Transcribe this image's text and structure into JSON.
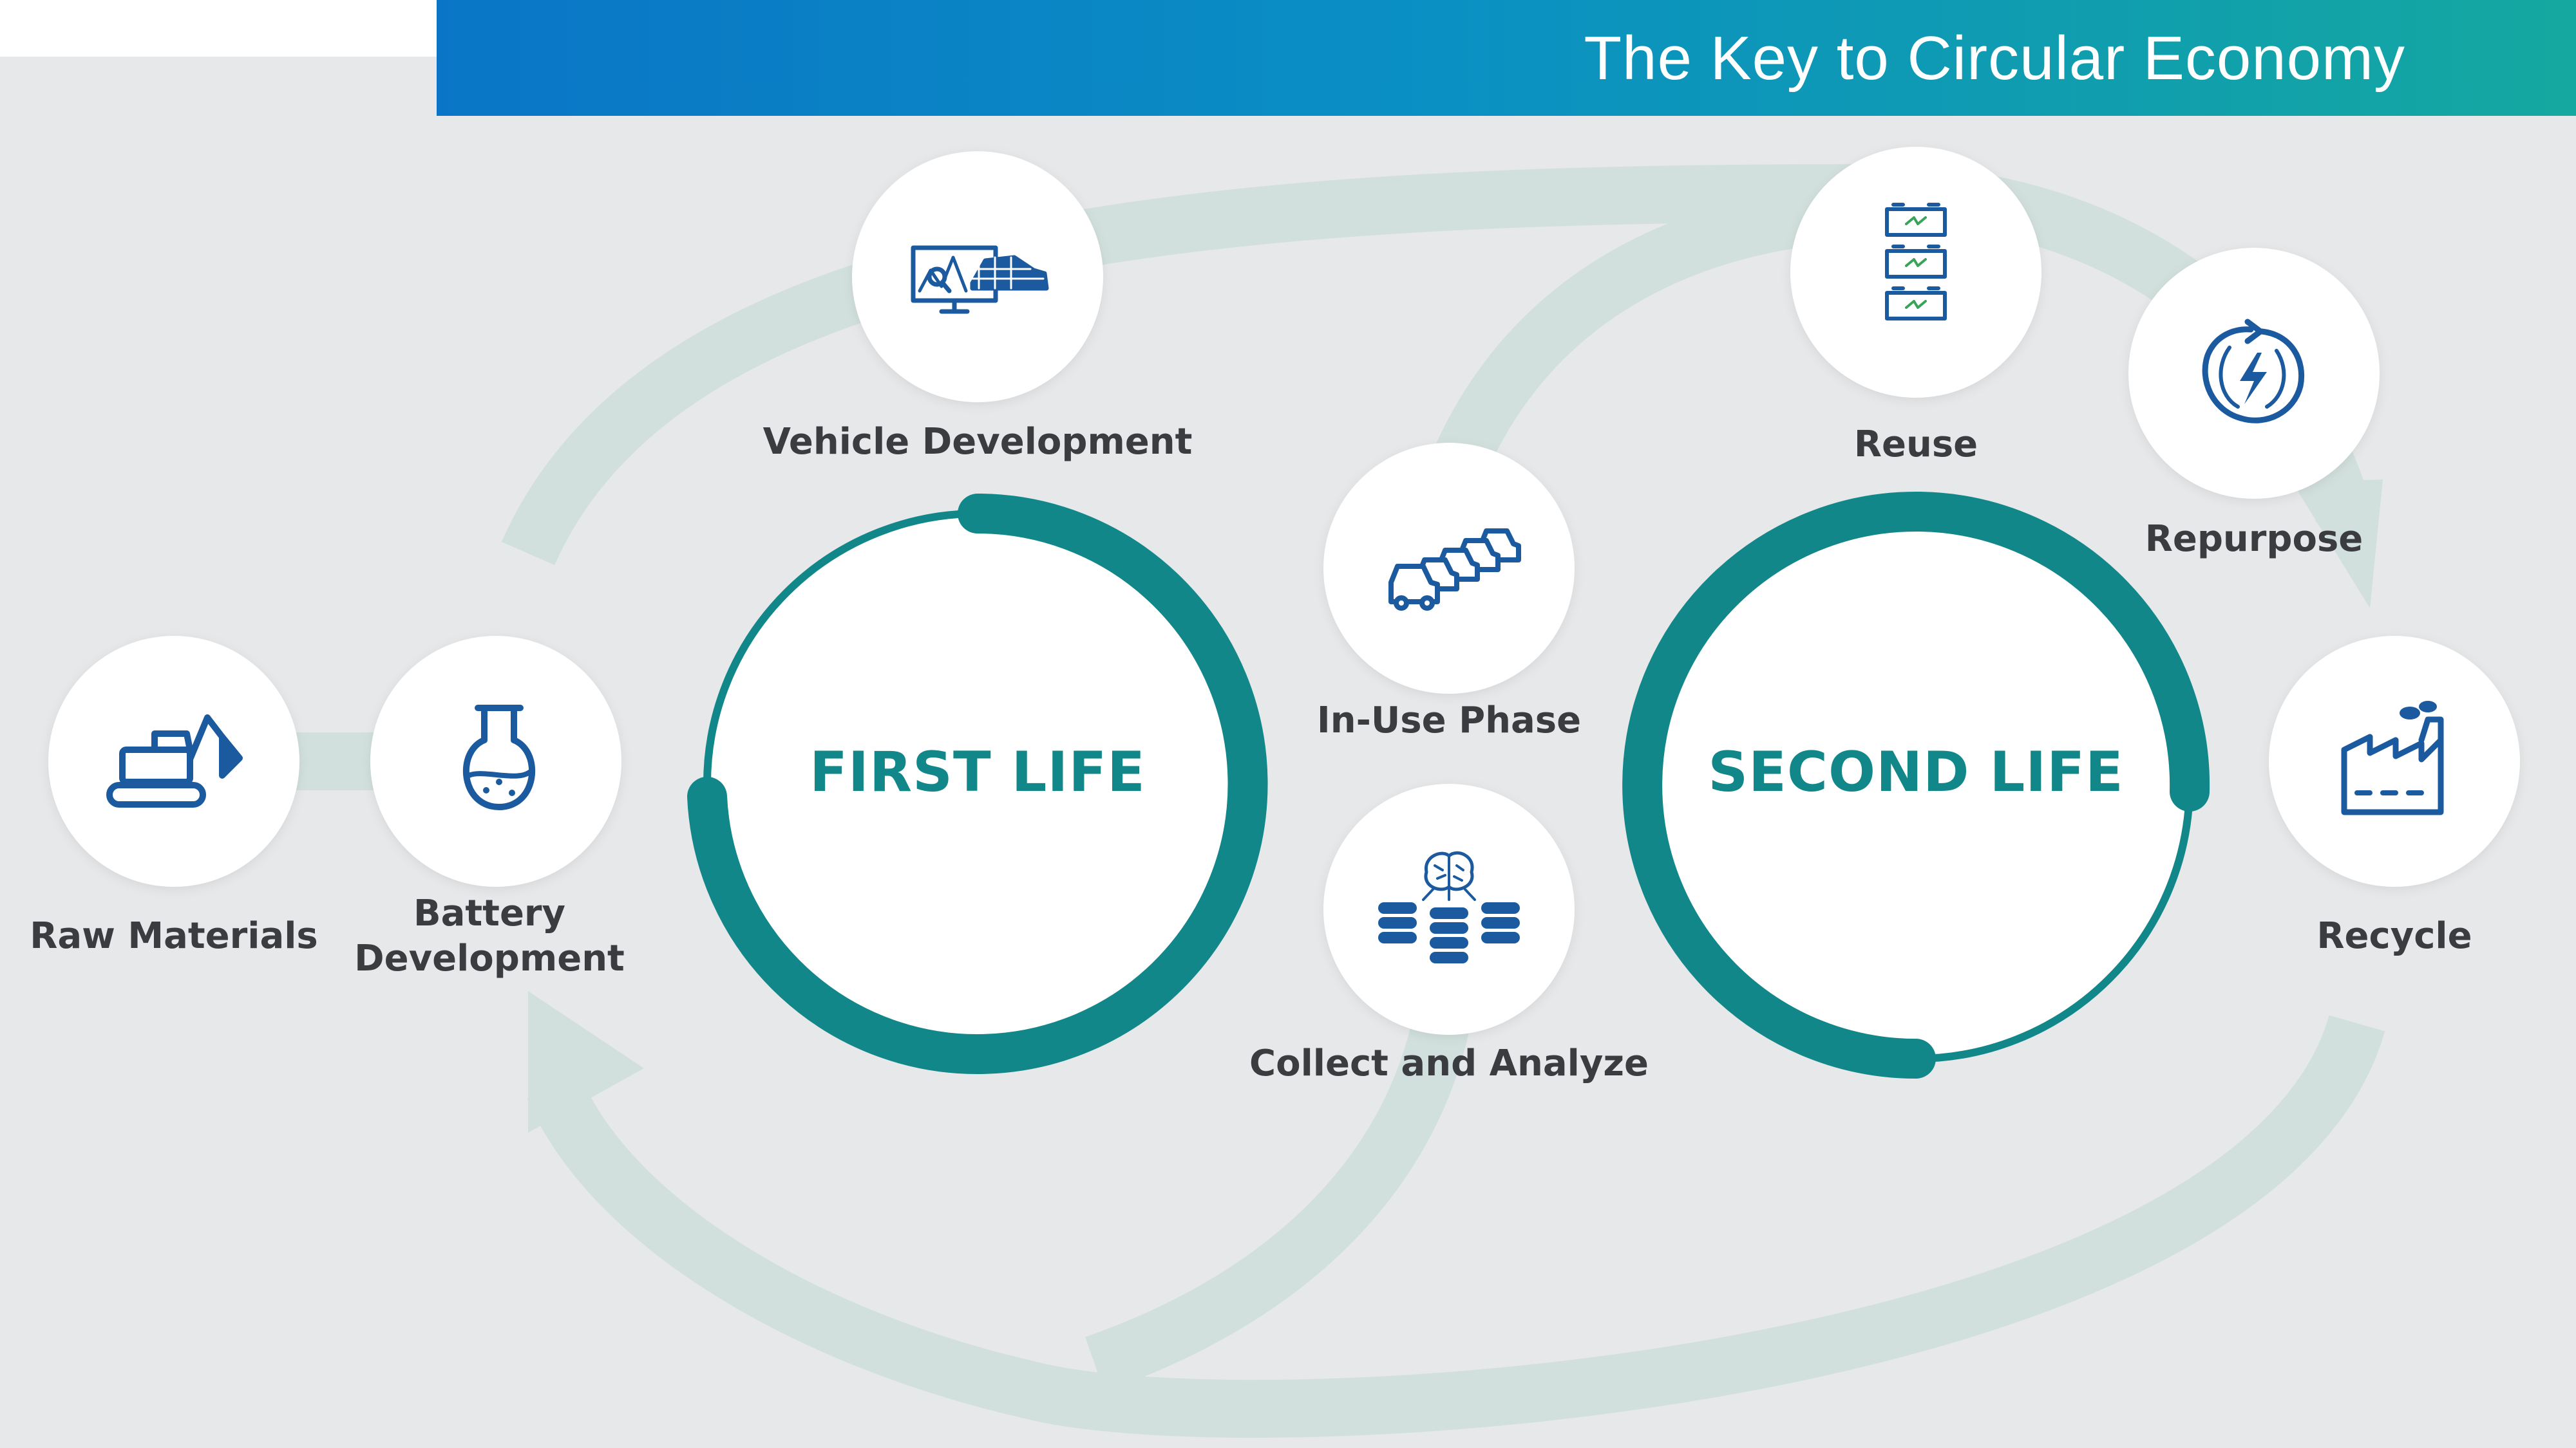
{
  "header": {
    "title": "The Key to Circular Economy"
  },
  "center": {
    "first_life": "FIRST LIFE",
    "second_life": "SECOND LIFE"
  },
  "nodes": {
    "raw_materials": {
      "label": "Raw Materials",
      "icon": "excavator-icon"
    },
    "battery_development": {
      "label_line1": "Battery",
      "label_line2": "Development",
      "icon": "flask-icon"
    },
    "vehicle_development": {
      "label": "Vehicle Development",
      "icon": "computer-car-design-icon"
    },
    "in_use_phase": {
      "label": "In-Use Phase",
      "icon": "cars-traffic-icon"
    },
    "collect_and_analyze": {
      "label": "Collect and Analyze",
      "icon": "brain-database-icon"
    },
    "reuse": {
      "label": "Reuse",
      "icon": "stacked-batteries-icon"
    },
    "repurpose": {
      "label": "Repurpose",
      "icon": "circular-energy-icon"
    },
    "recycle": {
      "label": "Recycle",
      "icon": "factory-icon"
    }
  },
  "colors": {
    "accent_teal": "#12878a",
    "icon_blue": "#1b5a9e",
    "flow_arrow": "#d2e0dd",
    "background": "#e6e8ea"
  }
}
